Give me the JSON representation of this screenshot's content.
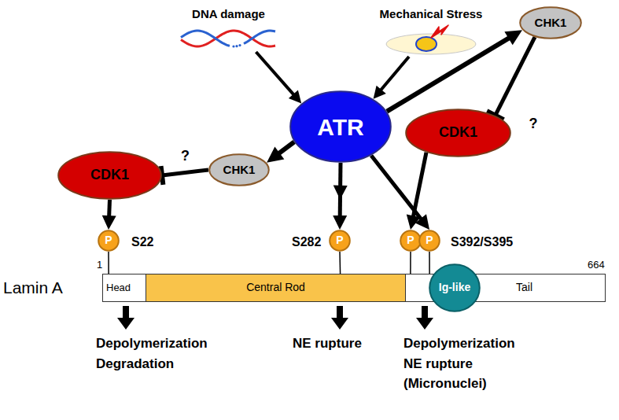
{
  "diagram": {
    "nodes": [
      {
        "text": [
          "DNA damage"
        ]
      },
      {
        "text": [
          "Mechanical Stress"
        ]
      },
      {
        "text": [
          "CHK1"
        ]
      },
      {
        "text": [
          "ATR"
        ]
      },
      {
        "text": [
          "CDK1"
        ]
      },
      {
        "text": [
          "CHK1"
        ]
      },
      {
        "text": [
          "CDK1"
        ]
      },
      {
        "text": [
          "P"
        ]
      },
      {
        "text": [
          "P"
        ]
      },
      {
        "text": [
          "P"
        ]
      },
      {
        "text": [
          "P"
        ]
      },
      {
        "text": [
          "Lamin A"
        ]
      },
      {
        "text": [
          "Head"
        ],
        "in": 11
      },
      {
        "text": [
          "Central Rod"
        ],
        "in": 11
      },
      {
        "text": [
          "Ig-like"
        ],
        "in": 11
      },
      {
        "text": [
          "Tail"
        ],
        "in": 11
      }
    ],
    "edges": [
      {
        "from": 0,
        "to": 3,
        "arrow": "to"
      },
      {
        "from": 1,
        "to": 3,
        "arrow": "to"
      },
      {
        "from": 3,
        "to": 2,
        "arrow": "to"
      },
      {
        "from": 3,
        "to": 5,
        "arrow": "to"
      },
      {
        "from": 5,
        "to": 6,
        "label": "?",
        "arrow": "to"
      },
      {
        "from": 2,
        "to": 4,
        "label": "?",
        "arrow": "to"
      },
      {
        "from": 6,
        "to": 7,
        "arrow": "to"
      },
      {
        "from": 3,
        "to": 8,
        "arrow": "to"
      },
      {
        "from": 4,
        "to": 9,
        "arrow": "to"
      },
      {
        "from": 3,
        "to": 10,
        "arrow": "to"
      },
      {
        "from": 7,
        "to": 12,
        "arrow": "none"
      },
      {
        "from": 8,
        "to": 13,
        "arrow": "none"
      },
      {
        "from": 9,
        "to": 15,
        "arrow": "none"
      },
      {
        "from": 10,
        "to": 15,
        "arrow": "none"
      }
    ],
    "labels": [
      "1",
      "664",
      "S22",
      "S282",
      "S392/S395",
      "Depolymerization Degradation",
      "NE rupture",
      "Depolymerization NE rupture (Micronuclei)"
    ]
  }
}
